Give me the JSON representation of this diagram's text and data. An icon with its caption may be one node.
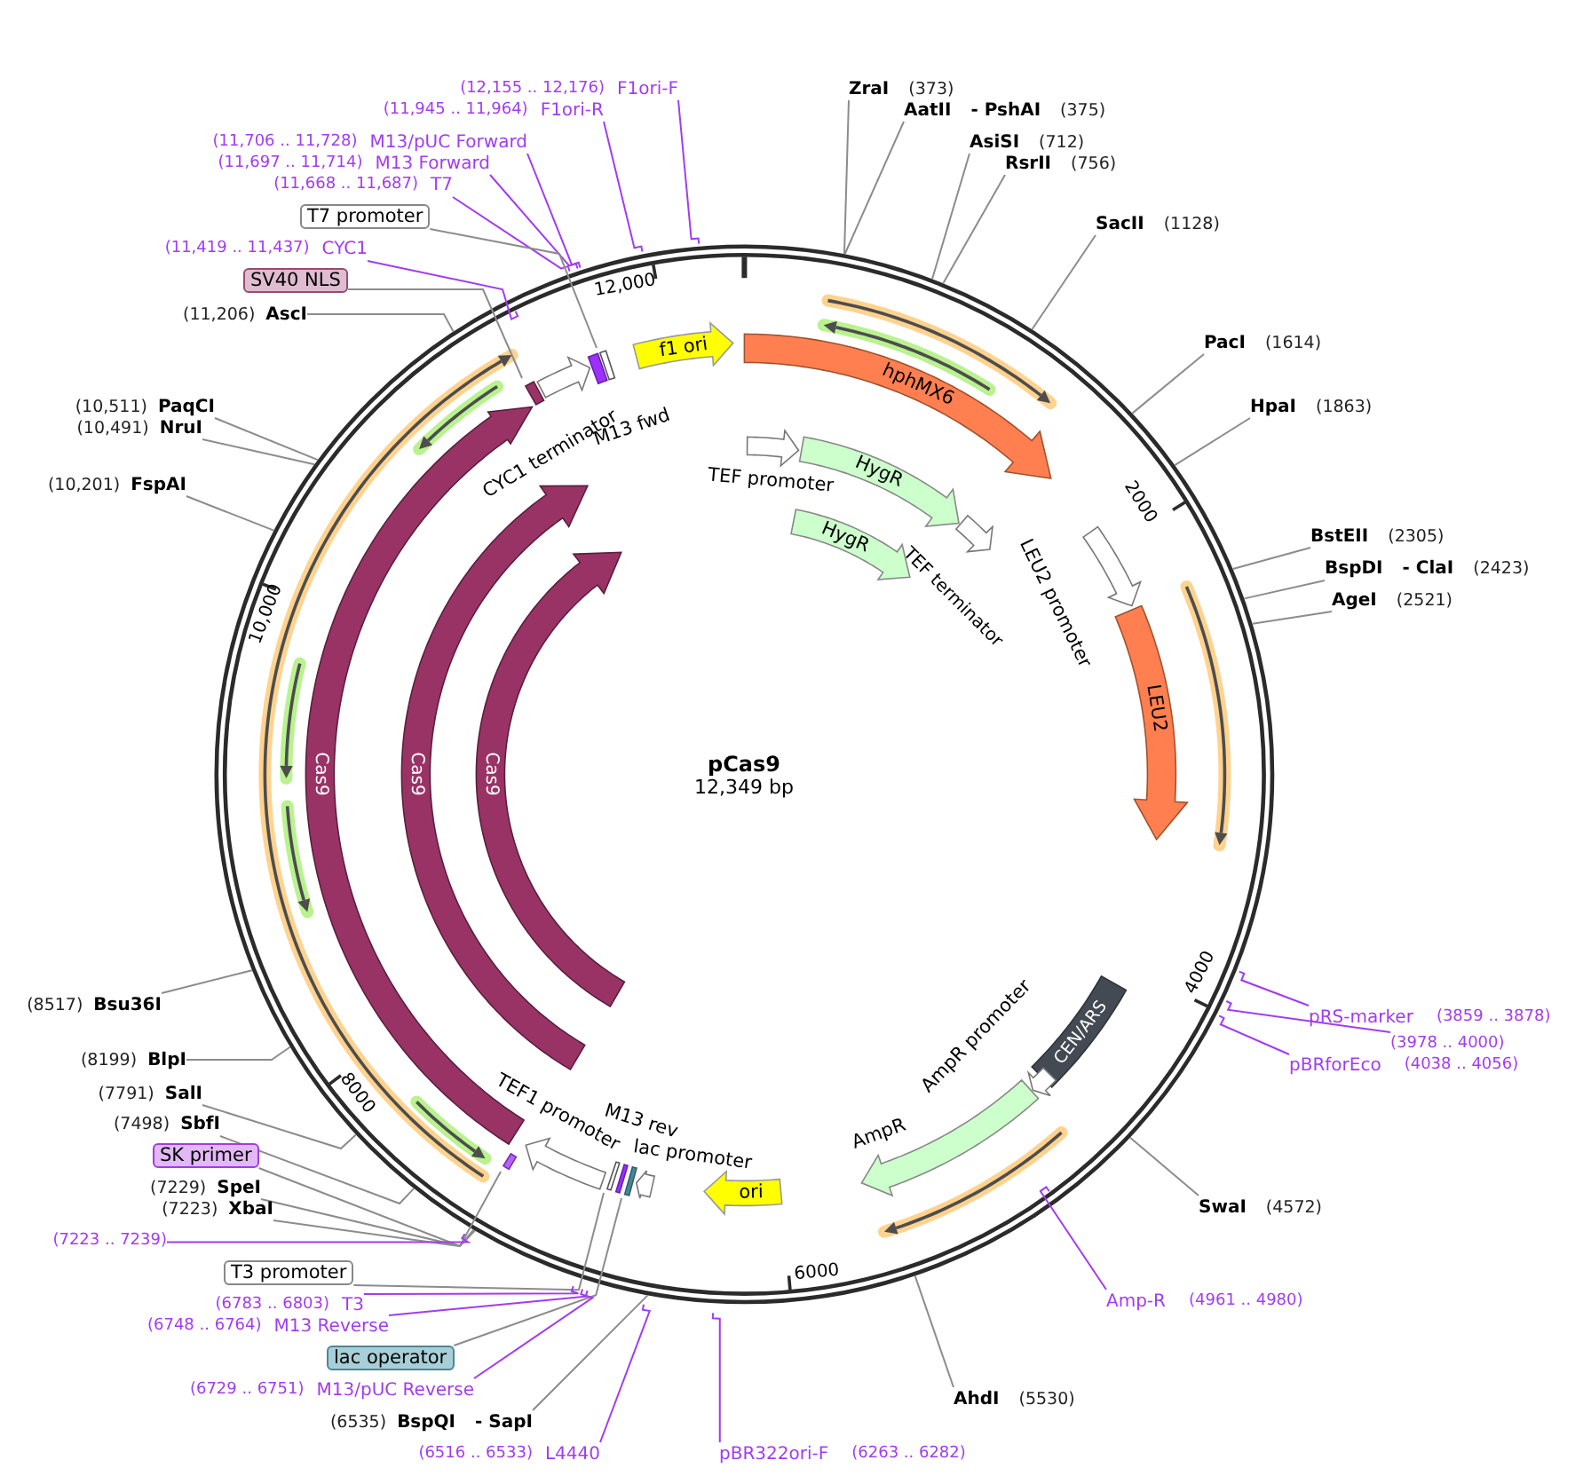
{
  "diagram": {
    "title": "pCas9",
    "nodes": [
      {
        "text": [
          "(12,155 .. 12,176)",
          "F1ori-F"
        ]
      },
      {
        "text": [
          "ZraI",
          "(373)"
        ]
      },
      {
        "text": [
          "(11,945 .. 11,964)",
          "F1ori-R"
        ]
      },
      {
        "text": [
          "AatII",
          "- PshAI",
          "(375)"
        ]
      },
      {
        "text": [
          "(11,706 .. 11,728)",
          "M13/pUC Forward"
        ]
      },
      {
        "text": [
          "AsiSI",
          "(712)"
        ]
      },
      {
        "text": [
          "(11,697 .. 11,714)",
          "M13 Forward"
        ]
      },
      {
        "text": [
          "RsrII",
          "(756)"
        ]
      },
      {
        "text": [
          "(11,668 .. 11,687)",
          "T7"
        ]
      },
      {
        "text": [
          "T7 promoter"
        ]
      },
      {
        "text": [
          "SacII",
          "(1128)"
        ]
      },
      {
        "text": [
          "(11,419 .. 11,437)",
          "CYC1"
        ]
      },
      {
        "text": [
          "SV40 NLS"
        ]
      },
      {
        "text": [
          "(11,206)",
          "AscI"
        ]
      },
      {
        "text": [
          "PacI",
          "(1614)"
        ]
      },
      {
        "text": [
          "f1 ori"
        ]
      },
      {
        "text": [
          "hphMX6"
        ]
      },
      {
        "text": [
          "HpaI",
          "(1863)"
        ]
      },
      {
        "text": [
          "(10,511)",
          "PaqCI"
        ]
      },
      {
        "text": [
          "(10,491)",
          "NruI"
        ]
      },
      {
        "text": [
          "CYC1 terminator"
        ]
      },
      {
        "text": [
          "M13 fwd"
        ]
      },
      {
        "text": [
          "TEF promoter"
        ]
      },
      {
        "text": [
          "HygR"
        ]
      },
      {
        "text": [
          "(10,201)",
          "FspAI"
        ]
      },
      {
        "text": [
          "TEF terminator"
        ]
      },
      {
        "text": [
          "HygR"
        ]
      },
      {
        "text": [
          "BstEII",
          "(2305)"
        ]
      },
      {
        "text": [
          "BspDI",
          "- ClaI",
          "(2423)"
        ]
      },
      {
        "text": [
          "LEU2 promoter"
        ]
      },
      {
        "text": [
          "AgeI",
          "(2521)"
        ]
      },
      {
        "text": [
          "LEU2"
        ]
      },
      {
        "text": [
          "Cas9"
        ]
      },
      {
        "text": [
          "Cas9"
        ]
      },
      {
        "text": [
          "Cas9"
        ]
      },
      {
        "text": [
          "(8517)",
          "Bsu36I"
        ]
      },
      {
        "text": [
          "CEN/ARS"
        ]
      },
      {
        "text": [
          "pRS-marker",
          "(3859 .. 3878)"
        ]
      },
      {
        "text": [
          "(3978 .. 4000)"
        ]
      },
      {
        "text": [
          "pBRforEco",
          "(4038 .. 4056)"
        ]
      },
      {
        "text": [
          "(8199)",
          "BlpI"
        ]
      },
      {
        "text": [
          "AmpR promoter"
        ]
      },
      {
        "text": [
          "(7791)",
          "SalI"
        ]
      },
      {
        "text": [
          "(7498)",
          "SbfI"
        ]
      },
      {
        "text": [
          "TEF1 promoter"
        ]
      },
      {
        "text": [
          "M13 rev"
        ]
      },
      {
        "text": [
          "SK primer"
        ]
      },
      {
        "text": [
          "lac promoter"
        ]
      },
      {
        "text": [
          "AmpR"
        ]
      },
      {
        "text": [
          "ori"
        ]
      },
      {
        "text": [
          "(7229)",
          "SpeI"
        ]
      },
      {
        "text": [
          "SwaI",
          "(4572)"
        ]
      },
      {
        "text": [
          "(7223)",
          "XbaI"
        ]
      },
      {
        "text": [
          "(7223 .. 7239)"
        ]
      },
      {
        "text": [
          "T3 promoter"
        ]
      },
      {
        "text": [
          "(6783 .. 6803)",
          "T3"
        ]
      },
      {
        "text": [
          "(6748 .. 6764)",
          "M13 Reverse"
        ]
      },
      {
        "text": [
          "Amp-R",
          "(4961 .. 4980)"
        ]
      },
      {
        "text": [
          "lac operator"
        ]
      },
      {
        "text": [
          "(6729 .. 6751)",
          "M13/pUC Reverse"
        ]
      },
      {
        "text": [
          "AhdI",
          "(5530)"
        ]
      },
      {
        "text": [
          "(6535)",
          "BspQI",
          "- SapI"
        ]
      },
      {
        "text": [
          "(6516 .. 6533)",
          "L4440"
        ]
      },
      {
        "text": [
          "pBR322ori-F",
          "(6263 .. 6282)"
        ]
      },
      {
        "text": [],
        "shape": "bar"
      },
      {
        "text": [],
        "shape": "bar"
      },
      {
        "text": [],
        "shape": "bar"
      },
      {
        "text": [],
        "shape": "bar"
      },
      {
        "text": [],
        "shape": "bar"
      }
    ],
    "edges": [
      {
        "from": 0,
        "to": null,
        "arrow": "none",
        "color": "#a23cf0"
      },
      {
        "from": 1,
        "to": null,
        "arrow": "none"
      },
      {
        "from": 2,
        "to": null,
        "arrow": "none",
        "color": "#a23cf0"
      },
      {
        "from": 3,
        "to": null,
        "arrow": "none"
      },
      {
        "from": 4,
        "to": null,
        "arrow": "none",
        "color": "#a23cf0"
      },
      {
        "from": 5,
        "to": null,
        "arrow": "none"
      },
      {
        "from": 6,
        "to": null,
        "arrow": "none",
        "color": "#a23cf0"
      },
      {
        "from": 7,
        "to": null,
        "arrow": "none"
      },
      {
        "from": 8,
        "to": null,
        "arrow": "none",
        "color": "#a23cf0"
      },
      {
        "from": 9,
        "to": 64,
        "arrow": "none"
      },
      {
        "from": 10,
        "to": null,
        "arrow": "none"
      },
      {
        "from": 11,
        "to": null,
        "arrow": "none",
        "color": "#a23cf0"
      },
      {
        "from": 12,
        "to": 65,
        "arrow": "none"
      },
      {
        "from": 13,
        "to": null,
        "arrow": "none"
      },
      {
        "from": 14,
        "to": null,
        "arrow": "none"
      },
      {
        "from": 17,
        "to": null,
        "arrow": "none"
      },
      {
        "from": 18,
        "to": null,
        "arrow": "none"
      },
      {
        "from": 19,
        "to": null,
        "arrow": "none"
      },
      {
        "from": 24,
        "to": null,
        "arrow": "none"
      },
      {
        "from": 27,
        "to": null,
        "arrow": "none"
      },
      {
        "from": 28,
        "to": null,
        "arrow": "none"
      },
      {
        "from": 30,
        "to": null,
        "arrow": "none"
      },
      {
        "from": 35,
        "to": null,
        "arrow": "none"
      },
      {
        "from": 37,
        "to": null,
        "arrow": "none",
        "color": "#a23cf0"
      },
      {
        "from": 38,
        "to": null,
        "arrow": "none",
        "color": "#a23cf0"
      },
      {
        "from": 39,
        "to": null,
        "arrow": "none",
        "color": "#a23cf0"
      },
      {
        "from": 40,
        "to": null,
        "arrow": "none"
      },
      {
        "from": 42,
        "to": null,
        "arrow": "none"
      },
      {
        "from": 43,
        "to": null,
        "arrow": "none"
      },
      {
        "from": 46,
        "to": 66,
        "arrow": "none"
      },
      {
        "from": 50,
        "to": null,
        "arrow": "none"
      },
      {
        "from": 51,
        "to": null,
        "arrow": "none"
      },
      {
        "from": 52,
        "to": null,
        "arrow": "none"
      },
      {
        "from": 53,
        "to": null,
        "arrow": "none",
        "color": "#a23cf0"
      },
      {
        "from": 54,
        "to": 67,
        "arrow": "none"
      },
      {
        "from": 55,
        "to": null,
        "arrow": "none",
        "color": "#a23cf0"
      },
      {
        "from": 56,
        "to": null,
        "arrow": "none",
        "color": "#a23cf0"
      },
      {
        "from": 57,
        "to": null,
        "arrow": "none",
        "color": "#a23cf0"
      },
      {
        "from": 58,
        "to": 68,
        "arrow": "none"
      },
      {
        "from": 59,
        "to": null,
        "arrow": "none",
        "color": "#a23cf0"
      },
      {
        "from": 60,
        "to": null,
        "arrow": "none"
      },
      {
        "from": 61,
        "to": null,
        "arrow": "none"
      },
      {
        "from": 62,
        "to": null,
        "arrow": "none",
        "color": "#a23cf0"
      },
      {
        "from": 63,
        "to": null,
        "arrow": "none",
        "color": "#a23cf0"
      }
    ],
    "labels": [
      "12,000",
      "2000",
      "10,000",
      "12,349 bp",
      "4000",
      "8000",
      "6000"
    ]
  }
}
